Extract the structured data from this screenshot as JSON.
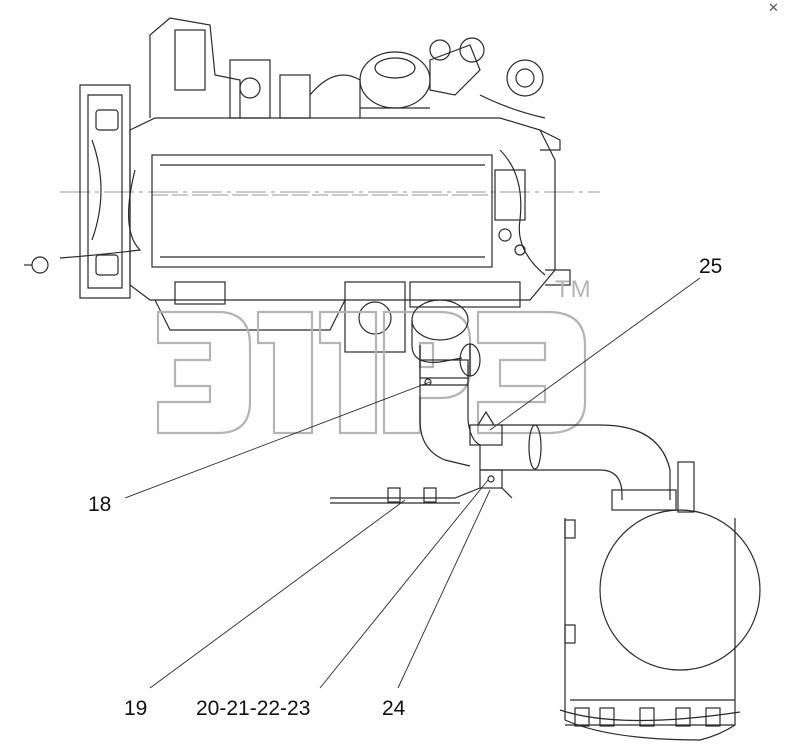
{
  "callouts": {
    "c18": "18",
    "c19": "19",
    "c20_23": "20-21-22-23",
    "c24": "24",
    "c25": "25"
  },
  "watermark": {
    "trademark": "TM"
  },
  "colors": {
    "line": "#2a2a2a",
    "watermark": "#b4b4b4",
    "background": "#ffffff"
  }
}
